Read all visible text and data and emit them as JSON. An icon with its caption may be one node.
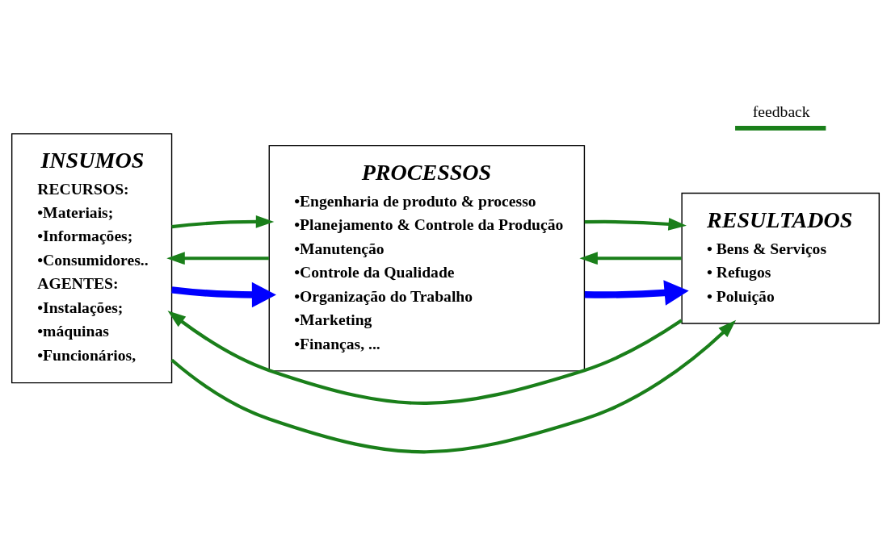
{
  "diagram": {
    "nodes": [
      {
        "text": [
          "INSUMOS",
          "RECURSOS:",
          "•Materiais;",
          "•Informações;",
          "•Consumidores..",
          "AGENTES:",
          "•Instalações;",
          "•máquinas",
          "•Funcionários,"
        ]
      },
      {
        "text": [
          "PROCESSOS",
          "•Engenharia de produto & processo",
          "•Planejamento & Controle da Produção",
          "•Manutenção",
          "•Controle da Qualidade",
          "•Organização do Trabalho",
          "•Marketing",
          "•Finanças, ..."
        ]
      },
      {
        "text": [
          "RESULTADOS",
          "• Bens & Serviços",
          "• Refugos",
          "• Poluição"
        ]
      }
    ],
    "edges": [
      {
        "from": 0,
        "to": 1,
        "arrow": "to",
        "style": "thick",
        "color": "#0000ff"
      },
      {
        "from": 1,
        "to": 2,
        "arrow": "to",
        "style": "thick",
        "color": "#0000ff"
      },
      {
        "from": 2,
        "to": 0,
        "arrow": "to"
      },
      {
        "from": 1,
        "to": 0,
        "arrow": "to"
      },
      {
        "from": 2,
        "to": 1,
        "arrow": "to"
      },
      {
        "from": 0,
        "to": 1,
        "arrow": "to"
      },
      {
        "from": 1,
        "to": 2,
        "arrow": "to"
      },
      {
        "from": 0,
        "to": 2,
        "arrow": "to"
      }
    ],
    "legend": [
      {
        "text": "feedback"
      }
    ]
  }
}
